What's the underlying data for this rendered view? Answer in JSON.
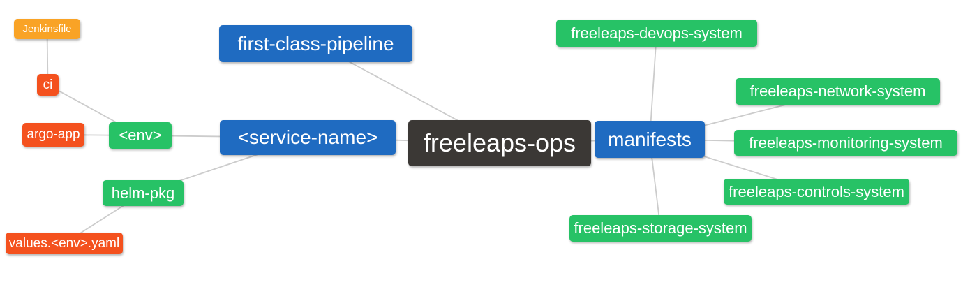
{
  "diagram": {
    "type": "mindmap",
    "root": "freeleaps_ops"
  },
  "palette": {
    "root_bg": "#3b3835",
    "branch_bg": "#1f6bc1",
    "sub_bg": "#27c266",
    "leaf_bg": "#f4511e",
    "deep_bg": "#f9a326",
    "edge": "#cccccc",
    "text": "#ffffff",
    "background": "#ffffff"
  },
  "nodes": {
    "freeleaps_ops": {
      "label": "freeleaps-ops",
      "level": "root",
      "color": "#3b3835"
    },
    "first_class_pipeline": {
      "label": "first-class-pipeline",
      "level": "branch",
      "color": "#1f6bc1"
    },
    "service_name": {
      "label": "<service-name>",
      "level": "branch",
      "color": "#1f6bc1"
    },
    "manifests": {
      "label": "manifests",
      "level": "branch",
      "color": "#1f6bc1"
    },
    "env": {
      "label": "<env>",
      "level": "sub",
      "color": "#27c266"
    },
    "helm_pkg": {
      "label": "helm-pkg",
      "level": "sub",
      "color": "#27c266"
    },
    "ci": {
      "label": "ci",
      "level": "leaf",
      "color": "#f4511e"
    },
    "argo_app": {
      "label": "argo-app",
      "level": "leaf",
      "color": "#f4511e"
    },
    "values_env_yaml": {
      "label": "values.<env>.yaml",
      "level": "leaf",
      "color": "#f4511e"
    },
    "jenkinsfile": {
      "label": "Jenkinsfile",
      "level": "deep",
      "color": "#f9a326"
    },
    "devops_system": {
      "label": "freeleaps-devops-system",
      "level": "sub",
      "color": "#27c266"
    },
    "network_system": {
      "label": "freeleaps-network-system",
      "level": "sub",
      "color": "#27c266"
    },
    "monitoring_system": {
      "label": "freeleaps-monitoring-system",
      "level": "sub",
      "color": "#27c266"
    },
    "controls_system": {
      "label": "freeleaps-controls-system",
      "level": "sub",
      "color": "#27c266"
    },
    "storage_system": {
      "label": "freeleaps-storage-system",
      "level": "sub",
      "color": "#27c266"
    }
  },
  "edges": [
    {
      "from": "freeleaps_ops",
      "to": "first_class_pipeline"
    },
    {
      "from": "freeleaps_ops",
      "to": "service_name"
    },
    {
      "from": "freeleaps_ops",
      "to": "manifests"
    },
    {
      "from": "service_name",
      "to": "env"
    },
    {
      "from": "service_name",
      "to": "helm_pkg"
    },
    {
      "from": "env",
      "to": "ci"
    },
    {
      "from": "env",
      "to": "argo_app"
    },
    {
      "from": "ci",
      "to": "jenkinsfile"
    },
    {
      "from": "helm_pkg",
      "to": "values_env_yaml"
    },
    {
      "from": "manifests",
      "to": "devops_system"
    },
    {
      "from": "manifests",
      "to": "network_system"
    },
    {
      "from": "manifests",
      "to": "monitoring_system"
    },
    {
      "from": "manifests",
      "to": "controls_system"
    },
    {
      "from": "manifests",
      "to": "storage_system"
    }
  ]
}
